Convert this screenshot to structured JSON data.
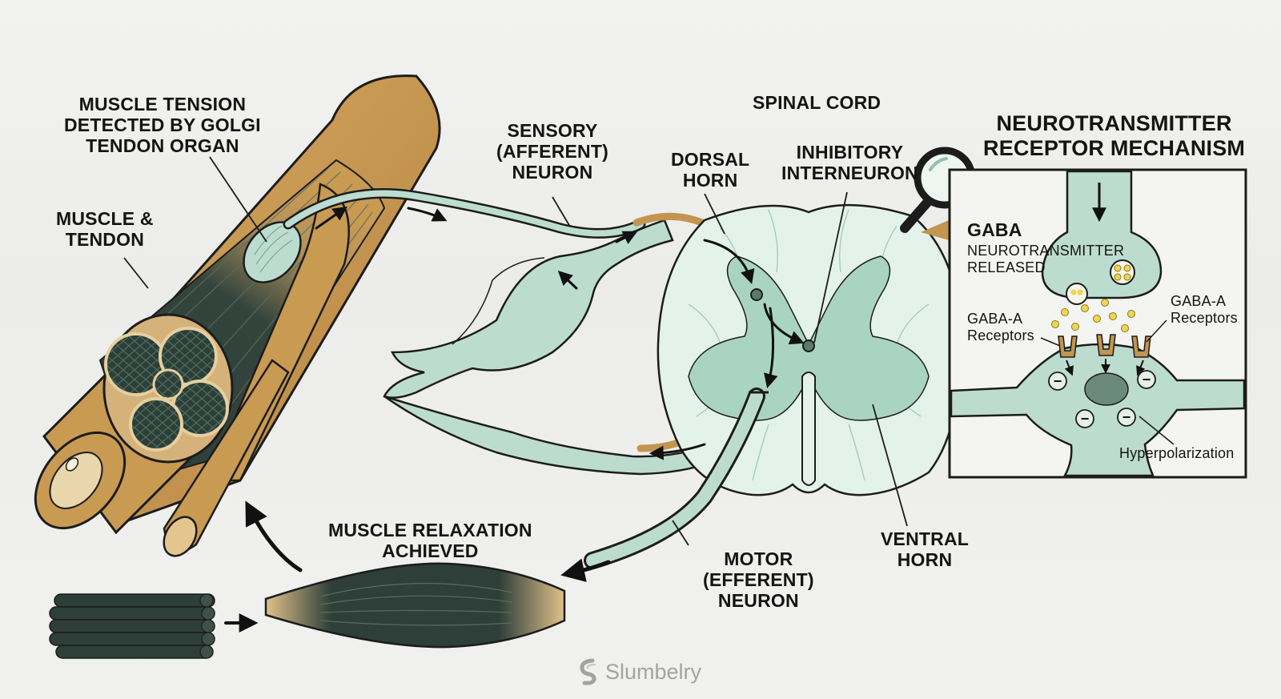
{
  "labels": {
    "golgi": [
      "MUSCLE TENSION",
      "DETECTED BY GOLGI",
      "TENDON ORGAN"
    ],
    "muscle_tendon": [
      "MUSCLE &",
      "TENDON"
    ],
    "sensory": [
      "SENSORY",
      "(AFFERENT)",
      "NEURON"
    ],
    "dorsal": [
      "DORSAL",
      "HORN"
    ],
    "spinal_cord": [
      "SPINAL CORD"
    ],
    "inhibitory": [
      "INHIBITORY",
      "INTERNEURON"
    ],
    "ventral": [
      "VENTRAL",
      "HORN"
    ],
    "motor": [
      "MOTOR",
      "(EFFERENT)",
      "NEURON"
    ],
    "relaxation": [
      "MUSCLE RELAXATION",
      "ACHIEVED"
    ]
  },
  "inset": {
    "title": [
      "NEUROTRANSMITTER",
      "RECEPTOR MECHANISM"
    ],
    "gaba": "GABA",
    "released": [
      "NEUROTRANSMITTER",
      "RELEASED"
    ],
    "receptors_left": [
      "GABA-A",
      "Receptors"
    ],
    "receptors_right": [
      "GABA-A",
      "Receptors"
    ],
    "hyperpolarization": "Hyperpolarization",
    "ion_symbol": "−"
  },
  "watermark": {
    "brand": "Slumbelry",
    "icon": "slumbelry-logo-icon"
  },
  "colors": {
    "neuron": "#bcdccf",
    "neuron_dark": "#9ccab7",
    "tendon": "#c3954f",
    "tendon_light": "#e2c48c",
    "muscle": "#2e3e38",
    "outline": "#1c1c1c",
    "vesicle": "#ecd652"
  }
}
